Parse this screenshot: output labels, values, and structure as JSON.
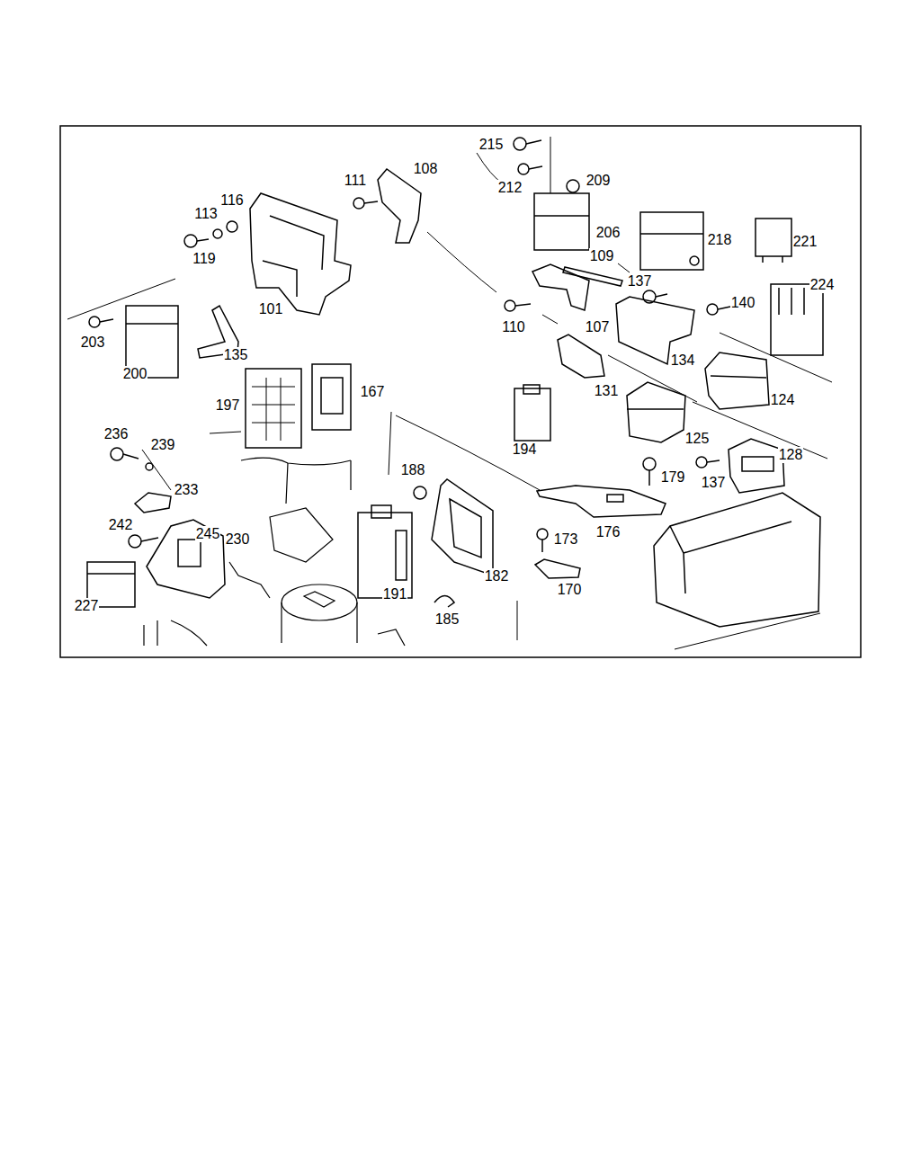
{
  "diagram": {
    "labels": [
      "215",
      "212",
      "209",
      "111",
      "108",
      "116",
      "113",
      "119",
      "206",
      "218",
      "221",
      "109",
      "137",
      "224",
      "140",
      "101",
      "110",
      "107",
      "203",
      "134",
      "135",
      "200",
      "131",
      "124",
      "197",
      "167",
      "194",
      "125",
      "128",
      "236",
      "239",
      "188",
      "179",
      "137",
      "233",
      "173",
      "176",
      "242",
      "245",
      "230",
      "182",
      "170",
      "191",
      "185",
      "227"
    ]
  }
}
